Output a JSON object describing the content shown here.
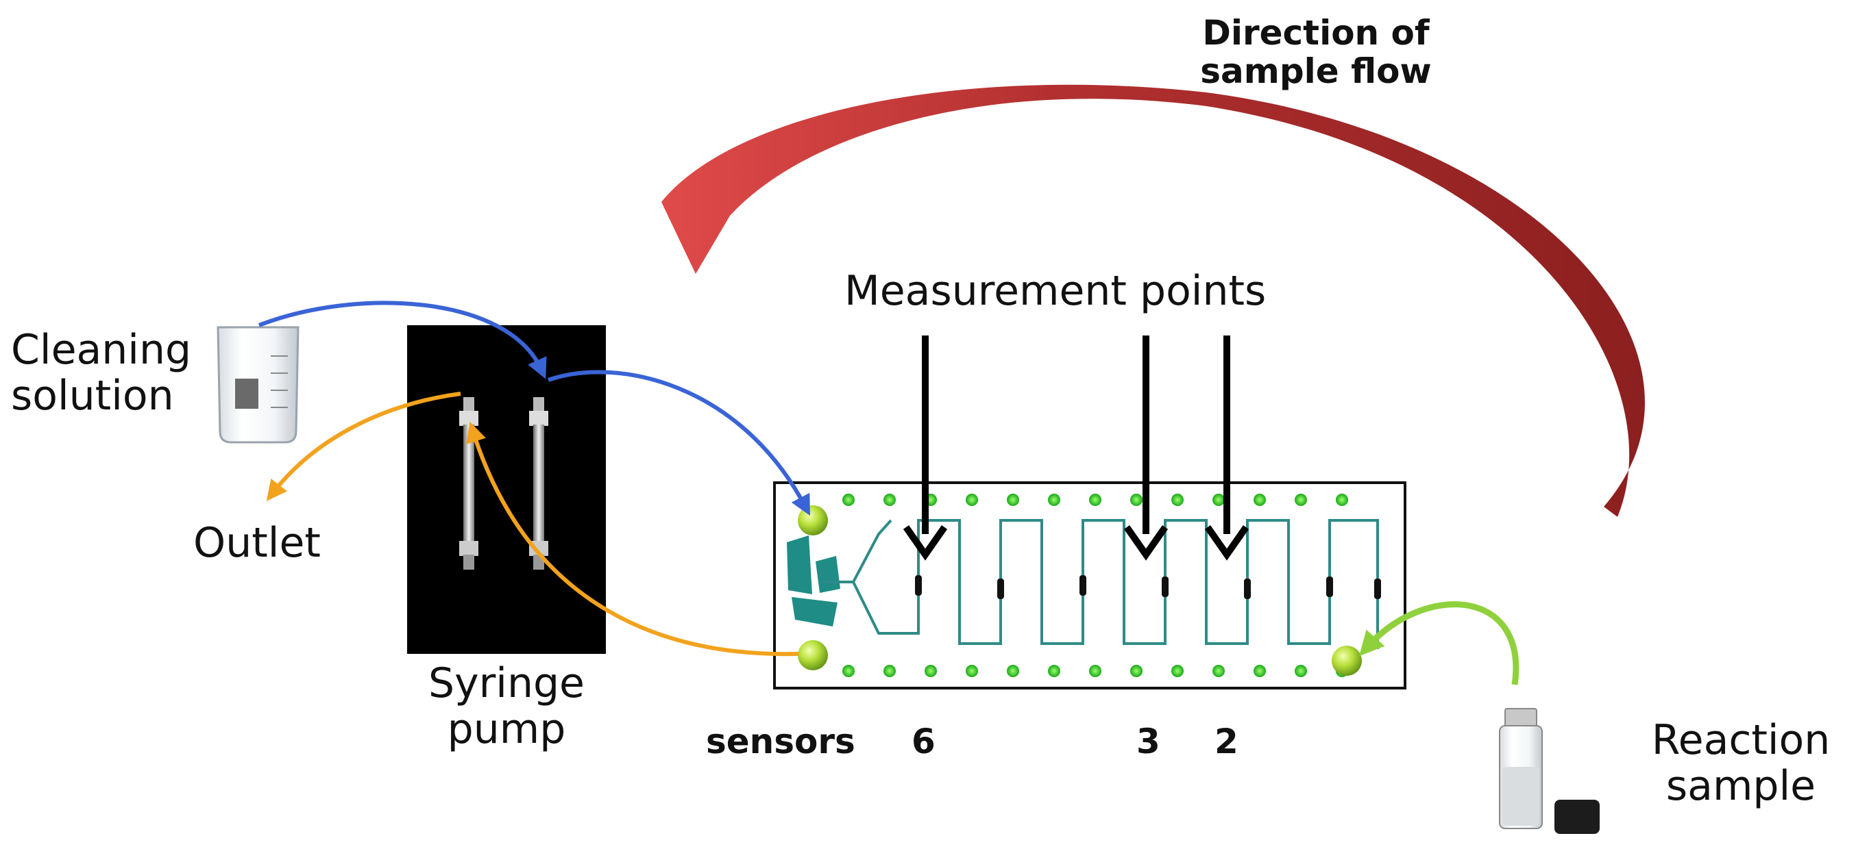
{
  "labels": {
    "direction_line1": "Direction of",
    "direction_line2": "sample flow",
    "measurement_points": "Measurement points",
    "cleaning_line1": "Cleaning",
    "cleaning_line2": "solution",
    "outlet": "Outlet",
    "syringe_line1": "Syringe",
    "syringe_line2": "pump",
    "reaction_line1": "Reaction",
    "reaction_line2": "sample",
    "sensors": "sensors",
    "point_6": "6",
    "point_3": "3",
    "point_2": "2"
  },
  "colors": {
    "flow_arrow": "#b53535",
    "cleaning_path": "#3a64d6",
    "outlet_path": "#f2a21d",
    "sample_path": "#8fd13c",
    "chip_channel": "#2e8b87",
    "chip_dot": "#21c021",
    "port_ball": "#a6d63a"
  }
}
